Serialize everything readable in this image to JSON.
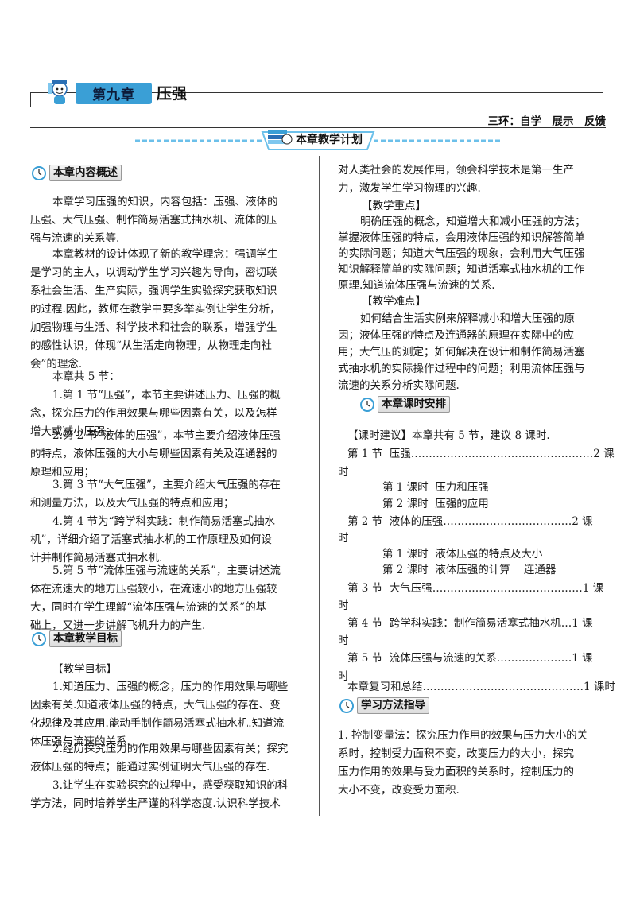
{
  "header": {
    "chapter": "第九章",
    "title": "压强",
    "three_rings": "三环：自学　展示　反馈",
    "banner": "本章教学计划"
  },
  "colors": {
    "accent": "#3a9fd6",
    "banner": "#6cc0ea"
  },
  "icons": [
    "mascot-icon",
    "clock-icon",
    "books-icon"
  ],
  "sections": {
    "overview": "本章内容概述",
    "goals": "本章教学目标",
    "schedule": "本章课时安排",
    "method": "学习方法指导"
  },
  "left": {
    "overview_paras": [
      [
        "本章学习压强的知识，内容包括：压强、液体的",
        "压强、大气压强、制作简易活塞式抽水机、流体的压",
        "强与流速的关系等."
      ],
      [
        "本章教材的设计体现了新的教学理念：强调学生",
        "是学习的主人，以调动学生学习兴趣为导向，密切联",
        "系社会生活、生产实际，强调学生实验探究获取知识",
        "的过程.因此，教师在教学中要多举实例让学生分析，",
        "加强物理与生活、科学技术和社会的联系，增强学生",
        "的感性认识，体现“从生活走向物理，从物理走向社",
        "会”的理念."
      ],
      [
        "本章共 5 节："
      ],
      [
        "1.第 1 节“压强”，本节主要讲述压力、压强的概",
        "念，探究压力的作用效果与哪些因素有关，以及怎样",
        "增大或减小压强；"
      ],
      [
        "2.第 2 节“液体的压强”，本节主要介绍液体压强",
        "的特点，液体压强的大小与哪些因素有关及连通器的",
        "原理和应用；"
      ],
      [
        "3.第 3 节“大气压强”，主要介绍大气压强的存在",
        "和测量方法，以及大气压强的特点和应用；"
      ],
      [
        "4.第 4 节为“跨学科实践：制作简易活塞式抽水",
        "机”，详细介绍了活塞式抽水机的工作原理及如何设",
        "计并制作简易活塞式抽水机."
      ],
      [
        "5.第 5 节“流体压强与流速的关系”，主要讲述流",
        "体在流速大的地方压强较小，在流速小的地方压强较",
        "大，同时在学生理解“流体压强与流速的关系”的基",
        "础上，又进一步讲解飞机升力的产生."
      ]
    ],
    "goals_head": "【教学目标】",
    "goals_paras": [
      [
        "1.知道压力、压强的概念，压力的作用效果与哪些",
        "因素有关.知道液体压强的特点，大气压强的存在、变",
        "化规律及其应用.能动手制作简易活塞式抽水机.知道流",
        "体压强与流速的关系."
      ],
      [
        "2.经历探究压力的作用效果与哪些因素有关；探究",
        "液体压强的特点；能通过实例证明大气压强的存在."
      ],
      [
        "3.让学生在实验探究的过程中，感受获取知识的科",
        "学方法，同时培养学生严谨的科学态度.认识科学技术"
      ]
    ]
  },
  "right": {
    "cont_lines": [
      "对人类社会的发展作用，领会科学技术是第一生产",
      "力，激发学生学习物理的兴趣."
    ],
    "key_head": "【教学重点】",
    "key_lines": [
      "明确压强的概念，知道增大和减小压强的方法；",
      "掌握液体压强的特点，会用液体压强的知识解答简单",
      "的实际问题；知道大气压强的现象，会利用大气压强",
      "知识解释简单的实际问题；知道活塞式抽水机的工作",
      "原理.知道流体压强与流速的关系."
    ],
    "diff_head": "【教学难点】",
    "diff_lines": [
      "如何结合生活实例来解释减小和增大压强的原",
      "因；液体压强的特点及连通器的原理在实际中的应",
      "用；大气压的测定；如何解决在设计和制作简易活塞",
      "式抽水机的实际操作过程中的问题；利用流体压强与",
      "流速的关系分析实际问题."
    ],
    "schedule_suggest": "【课时建议】本章共有 5 节，建议 8 课时.",
    "schedule_lines": [
      "第 1 节  压强……………………………………………2 课",
      "时",
      "第 1 课时  压力和压强",
      "第 2 课时  压强的应用",
      "第 2 节  液体的压强………………………………2 课",
      "时",
      "第 1 课时  液体压强的特点及大小",
      "第 2 课时  液体压强的计算    连通器",
      "第 3 节  大气压强……………………………………1 课",
      "时",
      "第 4 节  跨学科实践：制作简易活塞式抽水机…1 课",
      "时",
      "第 5 节  流体压强与流速的关系…………………1 课",
      "时",
      "本章复习和总结………………………………………1 课时"
    ],
    "method_lines": [
      "1. 控制变量法：探究压力作用的效果与压力大小的关",
      "系时，控制受力面积不变，改变压力的大小，探究",
      "压力作用的效果与受力面积的关系时，控制压力的",
      "大小不变，改变受力面积."
    ]
  }
}
